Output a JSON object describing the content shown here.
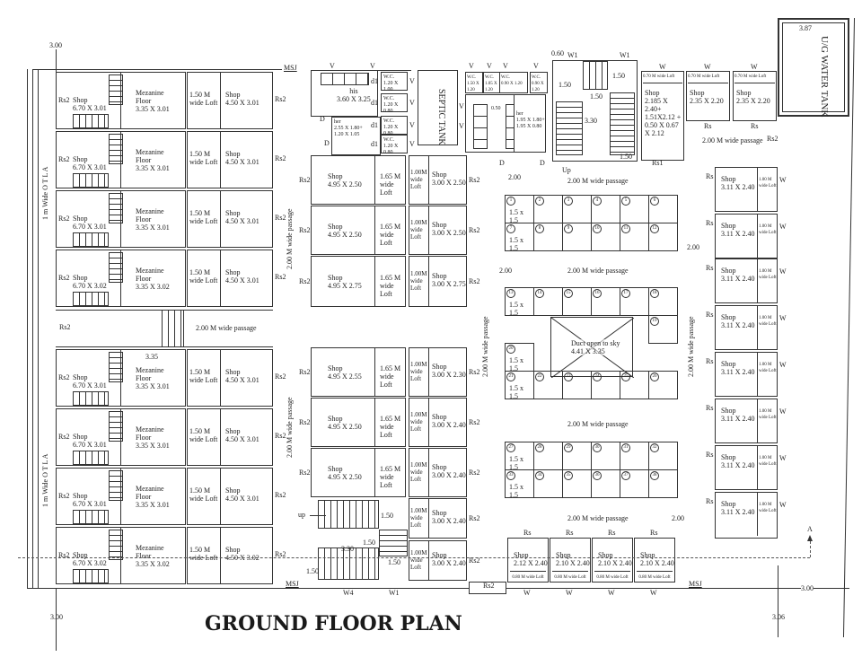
{
  "title": "GROUND FLOOR PLAN",
  "dimensions": {
    "top_left": "3.00",
    "bottom_left": "3.00",
    "bottom_right_h": "3.00",
    "bottom_right_v": "3.06",
    "tank_width": "3.87",
    "top_door_offset": "0.60",
    "passage_2m_a": "2.00",
    "passage_2m_b": "2.00",
    "passage_2m_c": "2.00",
    "passage_2m_d": "2.00",
    "mezz_335": "3.35",
    "stair_150_a": "1.50",
    "stair_150_b": "1.50",
    "stair_150_c": "1.50",
    "stair_330": "3.30",
    "stair_150_d": "1.50",
    "bstair_150_a": "1.50",
    "bstair_150_b": "1.50",
    "bstair_330": "3.30",
    "bstair_150_c": "1.50",
    "bstair_150_d": "1.50",
    "wc_gap": "0.50"
  },
  "labels": {
    "otla_top": "1 m Wide O T L A",
    "otla_bottom": "1 m Wide O T L A",
    "msj": "MSJ",
    "septic_tank": "SEPTIC TANK",
    "water_tank": "U/G WATER TANK",
    "passage": "2.00 M wide passage",
    "passage_v": "2.00 M wide passage",
    "duct": "Duct open to sky\n4.41 X 3.35",
    "up": "Up",
    "up_lower": "up",
    "north_arrow": "A",
    "rs2": "Rs2",
    "rs": "Rs",
    "rs1": "Rs1",
    "v": "V",
    "w": "W",
    "w1": "W1",
    "w4": "W4",
    "d": "D",
    "d1": "d1"
  },
  "left_block": {
    "rows": [
      {
        "shop": "Shop\n6.70 X 3.01",
        "mezz": "Mezanine\nFloor\n3.35 X 3.01",
        "loft": "1.50 M\nwide Loft",
        "shop2": "Shop\n4.50 X 3.01"
      },
      {
        "shop": "Shop\n6.70 X 3.01",
        "mezz": "Mezanine\nFloor\n3.35 X 3.01",
        "loft": "1.50 M\nwide Loft",
        "shop2": "Shop\n4.50 X 3.01"
      },
      {
        "shop": "Shop\n6.70 X 3.01",
        "mezz": "Mezanine\nFloor\n3.35 X 3.01",
        "loft": "1.50 M\nwide Loft",
        "shop2": "Shop\n4.50 X 3.01"
      },
      {
        "shop": "Shop\n6.70 X 3.02",
        "mezz": "Mezanine\nFloor\n3.35 X 3.02",
        "loft": "1.50 M\nwide Loft",
        "shop2": "Shop\n4.50 X 3.01"
      },
      {
        "shop": "Shop\n6.70 X 3.01",
        "mezz": "Mezanine\nFloor\n3.35 X 3.01",
        "loft": "1.50 M\nwide Loft",
        "shop2": "Shop\n4.50 X 3.01"
      },
      {
        "shop": "Shop\n6.70 X 3.01",
        "mezz": "Mezanine\nFloor\n3.35 X 3.01",
        "loft": "1.50 M\nwide Loft",
        "shop2": "Shop\n4.50 X 3.01"
      },
      {
        "shop": "Shop\n6.70 X 3.01",
        "mezz": "Mezanine\nFloor\n3.35 X 3.01",
        "loft": "1.50 M\nwide Loft",
        "shop2": "Shop\n4.50 X 3.01"
      },
      {
        "shop": "Shop\n6.70 X 3.02",
        "mezz": "Mezanine\nFloor\n3.35 X 3.02",
        "loft": "1.50 M\nwide Loft",
        "shop2": "Shop\n4.50 X 3.02"
      }
    ]
  },
  "mid_block": {
    "rows": [
      {
        "shop": "Shop\n4.95 X 2.50",
        "loft": "1.65 M\nwide Loft",
        "loft2": "1.00M\nwide\nLoft",
        "shop2": "Shop\n3.00 X 2.50"
      },
      {
        "shop": "Shop\n4.95 X 2.50",
        "loft": "1.65 M\nwide Loft",
        "loft2": "1.00M\nwide\nLoft",
        "shop2": "Shop\n3.00 X 2.50"
      },
      {
        "shop": "Shop\n4.95 X 2.75",
        "loft": "1.65 M\nwide Loft",
        "loft2": "1.00M\nwide\nLoft",
        "shop2": "Shop\n3.00 X 2.75"
      },
      {
        "shop": "Shop\n4.95 X 2.55",
        "loft": "1.65 M\nwide Loft",
        "loft2": "1.00M\nwide\nLoft",
        "shop2": "Shop\n3.00 X 2.30"
      },
      {
        "shop": "Shop\n4.95 X 2.50",
        "loft": "1.65 M\nwide Loft",
        "loft2": "1.00M\nwide\nLoft",
        "shop2": "Shop\n3.00 X 2.40"
      },
      {
        "shop": "Shop\n4.95 X 2.50",
        "loft": "1.65 M\nwide Loft",
        "loft2": "1.00M\nwide\nLoft",
        "shop2": "Shop\n3.00 X 2.40"
      },
      {
        "loft2": "1.00M\nwide\nLoft",
        "shop2": "Shop\n3.00 X 2.40"
      },
      {
        "loft2": "1.00M\nwide\nLoft",
        "shop2": "Shop\n3.00 X 2.40"
      }
    ]
  },
  "toilets": {
    "his": "his\n3.60 X 3.25",
    "her_left": "her\n2.55 X 1.80+\n1.20 X 1.05",
    "wc_left": [
      "W.C.\n1.20 X 1.00",
      "W.C.\n1.20 X 0.80",
      "W.C.\n1.20 X 0.80",
      "W.C.\n1.20 X 0.80"
    ],
    "wc_top": [
      "W.C.\n1.50 X 1.20",
      "W.C.\n1.05 X 1.20",
      "W.C.\n0.90 X 1.20",
      "W.C.\n0.90 X 1.20"
    ],
    "her_right": "her\n1.95 X 1.80+\n1.95 X 0.80"
  },
  "top_right_shops": [
    {
      "loft": "0.70 M wide Loft",
      "shop": "Shop\n2.185 X\n2.40+\n1.51X2.12 +\n0.50 X 0.67\nX 2.12"
    },
    {
      "loft": "0.70 M wide Loft",
      "shop": "Shop\n2.35 X 2.20"
    },
    {
      "loft": "0.70 M wide Loft",
      "shop": "Shop\n2.35 X 2.20"
    }
  ],
  "bottom_shops": [
    {
      "shop": "Shop\n2.12 X 2.40",
      "loft": "0.80 M wide Loft"
    },
    {
      "shop": "Shop\n2.10 X 2.40",
      "loft": "0.80 M wide Loft"
    },
    {
      "shop": "Shop\n2.10 X 2.40",
      "loft": "0.80 M wide Loft"
    },
    {
      "shop": "Shop\n2.10 X 2.40",
      "loft": "0.80 M wide Loft"
    }
  ],
  "right_shops": [
    {
      "shop": "Shop\n3.11 X 2.40",
      "loft": "1.00 M\nwide Loft"
    },
    {
      "shop": "Shop\n3.11 X 2.40",
      "loft": "1.00 M\nwide Loft"
    },
    {
      "shop": "Shop\n3.11 X 2.40",
      "loft": "1.00 M\nwide Loft"
    },
    {
      "shop": "Shop\n3.11 X 2.40",
      "loft": "1.00 M\nwide Loft"
    },
    {
      "shop": "Shop\n3.11 X 2.40",
      "loft": "1.00 M\nwide Loft"
    },
    {
      "shop": "Shop\n3.11 X 2.40",
      "loft": "1.00 M\nwide Loft"
    },
    {
      "shop": "Shop\n3.11 X 2.40",
      "loft": "1.00 M\nwide Loft"
    },
    {
      "shop": "Shop\n3.11 X 2.40",
      "loft": "1.00 M\nwide Loft"
    }
  ],
  "stalls": {
    "size": "1.5 x 1.5",
    "grid1": [
      "1",
      "2",
      "3",
      "4",
      "5",
      "6",
      "7",
      "8",
      "9",
      "10",
      "11",
      "12"
    ],
    "grid2_top": [
      "13",
      "14",
      "15",
      "16",
      "17",
      "18"
    ],
    "grid2_side": [
      "19",
      "20"
    ],
    "grid2_bottom": [
      "21",
      "22",
      "23",
      "24",
      "25",
      "26"
    ],
    "grid3": [
      "27",
      "28",
      "29",
      "30",
      "31",
      "32",
      "33",
      "34",
      "35",
      "36",
      "37",
      "38"
    ]
  }
}
